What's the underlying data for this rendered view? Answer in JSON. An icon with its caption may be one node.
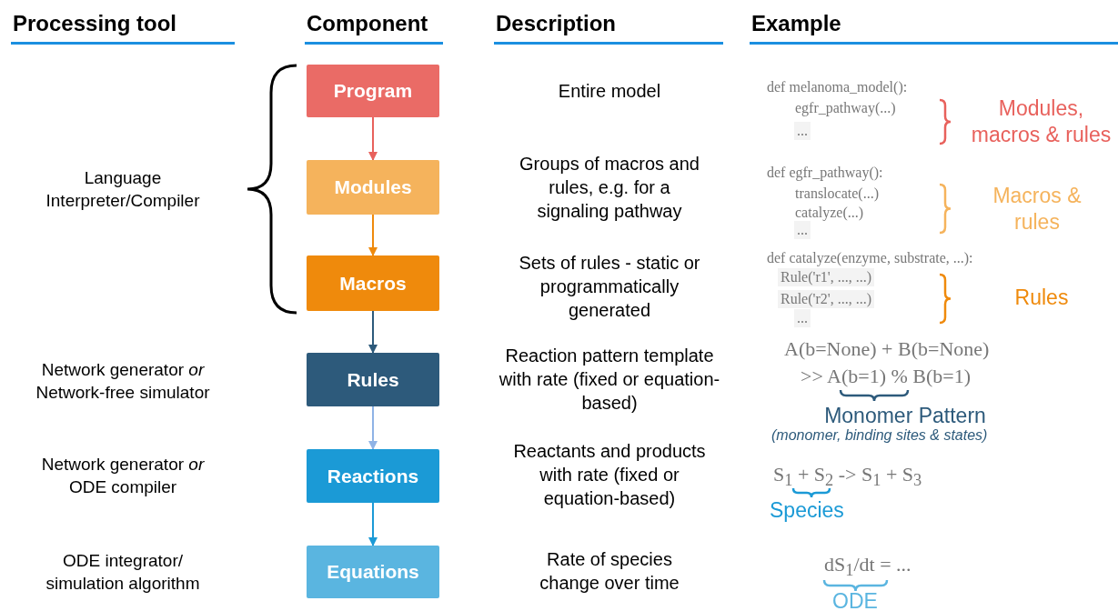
{
  "diagram": {
    "nodes": [
      {
        "text": [
          "Program"
        ]
      },
      {
        "text": [
          "Modules"
        ]
      },
      {
        "text": [
          "Macros"
        ]
      },
      {
        "text": [
          "Rules"
        ]
      },
      {
        "text": [
          "Reactions"
        ]
      },
      {
        "text": [
          "Equations"
        ]
      }
    ],
    "edges": [
      {
        "from": 0,
        "to": 1,
        "arrow": "to",
        "color": "#e8615c"
      },
      {
        "from": 1,
        "to": 2,
        "arrow": "to",
        "color": "#ef8a0c"
      },
      {
        "from": 2,
        "to": 3,
        "arrow": "to",
        "color": "#2d5a7b"
      },
      {
        "from": 3,
        "to": 4,
        "arrow": "to",
        "color": "#8fb3e6"
      },
      {
        "from": 4,
        "to": 5,
        "arrow": "to",
        "color": "#1b9ad6"
      }
    ],
    "labels": [
      "Processing tool",
      "Component",
      "Description",
      "Example",
      "Language Interpreter/Compiler",
      "Entire model",
      "def melanoma_model():",
      "egfr_pathway(...)",
      "...",
      "Modules, macros & rules",
      "Groups of macros and rules, e.g. for a signaling pathway",
      "def egfr_pathway():",
      "translocate(...)",
      "catalyze(...)",
      "...",
      "Macros & rules",
      "Sets of rules - static or programmatically generated",
      "def catalyze(enzyme, substrate, ...):",
      "Rule('r1', ..., ...)",
      "Rule('r2', ..., ...)",
      "...",
      "Rules",
      "Network generator *or* Network-free simulator",
      "Reaction pattern template with rate (fixed or equation-based)",
      "A(b=None) + B(b=None)",
      ">> A(b=1) % B(b=1)",
      "Monomer Pattern",
      "(monomer, binding sites & states)",
      "Network generator *or* ODE compiler",
      "Reactants and products with rate (fixed or equation-based)",
      "S$_{1}$ + S$_{2}$ -> S$_{1}$ + S$_{3}$",
      "Species",
      "ODE integrator/ simulation algorithm",
      "Rate of species change over time",
      "dS$_{1}$/dt = ...",
      "ODE"
    ]
  }
}
